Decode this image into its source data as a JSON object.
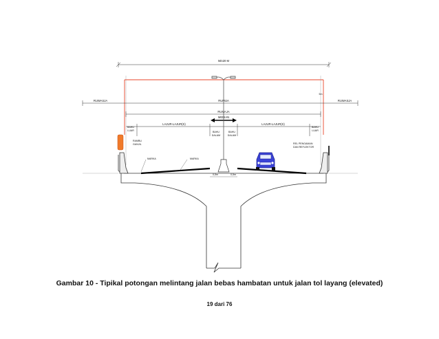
{
  "diagram": {
    "labels": {
      "width_dim": "Min20 M",
      "ruwasja_left": "RUWASJA",
      "ruwasja_right": "RUWASJA",
      "rumija": "RUMIJA",
      "rumaja": "RUMAJA",
      "median": "MEDIAN",
      "lajur_left": "LAJUR-LAJUR(S)",
      "lajur_right": "LAJUR-LAJUR(S)",
      "bahu_luar_left_1": "BAHU",
      "bahu_luar_left_2": "LUAR",
      "bahu_dalam_left_1": "BAHU",
      "bahu_dalam_left_2": "DALAM",
      "bahu_dalam_right_1": "BAHU",
      "bahu_dalam_right_2": "DALAM",
      "bahu_luar_right_1": "BAHU",
      "bahu_luar_right_2": "LUAR",
      "rambu_1": "RAMBU",
      "rambu_2": "GANJIL",
      "rel_1": "REL PENGAMAN",
      "rel_2": "DAN REFLEKTOR",
      "marka_1": "MARKA",
      "marka_2": "MARKA",
      "dim_left": "0,5m",
      "dim_right": "0,5m",
      "height_mark": "5m"
    },
    "colors": {
      "ruwasja_line": "#e8452a",
      "vehicle": "#3b43d6",
      "sign": "#f07a2a"
    }
  },
  "caption": "Gambar 10 - Tipikal potongan melintang jalan bebas hambatan untuk jalan tol layang (elevated)",
  "page_number": "19 dari 76"
}
